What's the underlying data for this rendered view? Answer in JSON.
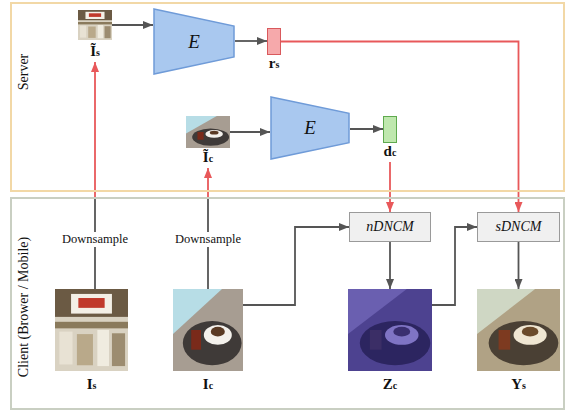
{
  "diagram": {
    "nodes": [
      {
        "text": [
          "Server"
        ]
      },
      {
        "text": [
          "Ĩs"
        ],
        "in": 0
      },
      {
        "text": [
          "E"
        ],
        "in": 0
      },
      {
        "text": [
          "rs"
        ],
        "in": 0
      },
      {
        "text": [
          "Ĩc"
        ],
        "in": 0
      },
      {
        "text": [
          "E"
        ],
        "in": 0
      },
      {
        "text": [
          "dc"
        ],
        "in": 0
      },
      {
        "text": [
          "Client (Brower / Mobile)"
        ]
      },
      {
        "text": [
          "nDNCM"
        ],
        "in": 7
      },
      {
        "text": [
          "sDNCM"
        ],
        "in": 7
      },
      {
        "text": [
          "Is"
        ],
        "in": 7
      },
      {
        "text": [
          "Ic"
        ],
        "in": 7
      },
      {
        "text": [
          "Zc"
        ],
        "in": 7
      },
      {
        "text": [
          "Ys"
        ],
        "in": 7
      }
    ],
    "edges": [
      {
        "from": 10,
        "to": 1,
        "label": "Downsample",
        "arrow": "to"
      },
      {
        "from": 11,
        "to": 4,
        "label": "Downsample",
        "arrow": "to"
      },
      {
        "from": 1,
        "to": 2,
        "arrow": "to"
      },
      {
        "from": 2,
        "to": 3,
        "arrow": "to"
      },
      {
        "from": 4,
        "to": 5,
        "arrow": "to"
      },
      {
        "from": 5,
        "to": 6,
        "arrow": "to"
      },
      {
        "from": 6,
        "to": 8,
        "arrow": "to"
      },
      {
        "from": 3,
        "to": 9,
        "arrow": "to"
      },
      {
        "from": 11,
        "to": 8,
        "arrow": "to"
      },
      {
        "from": 8,
        "to": 12,
        "arrow": "to"
      },
      {
        "from": 12,
        "to": 9,
        "arrow": "to"
      },
      {
        "from": 9,
        "to": 13,
        "arrow": "to"
      }
    ]
  }
}
